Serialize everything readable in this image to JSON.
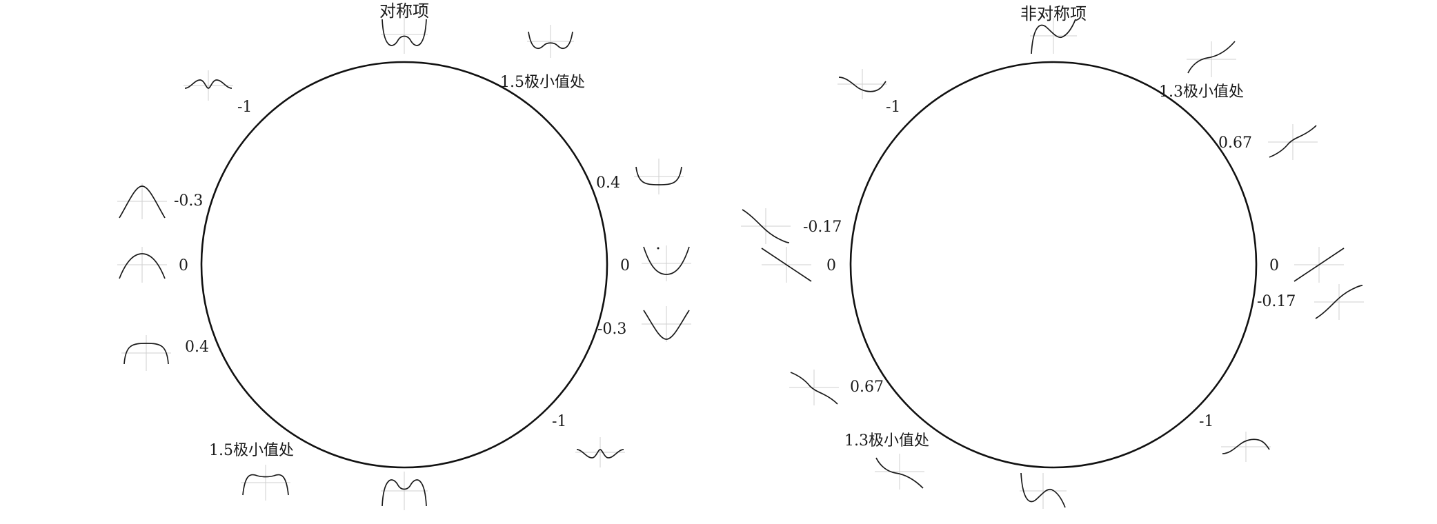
{
  "diagrams": [
    {
      "title": "对称项",
      "labels": [
        "1.5极小值处",
        "0.4",
        "0",
        "-0.3",
        "-1",
        "1.5极小值处",
        "0.4",
        "0",
        "-0.3",
        "-1"
      ]
    },
    {
      "title": "非对称项",
      "labels": [
        "1.3极小值处",
        "0.67",
        "0",
        "-0.17",
        "-1",
        "1.3极小值处",
        "0.67",
        "0",
        "-0.17",
        "-1"
      ]
    }
  ]
}
